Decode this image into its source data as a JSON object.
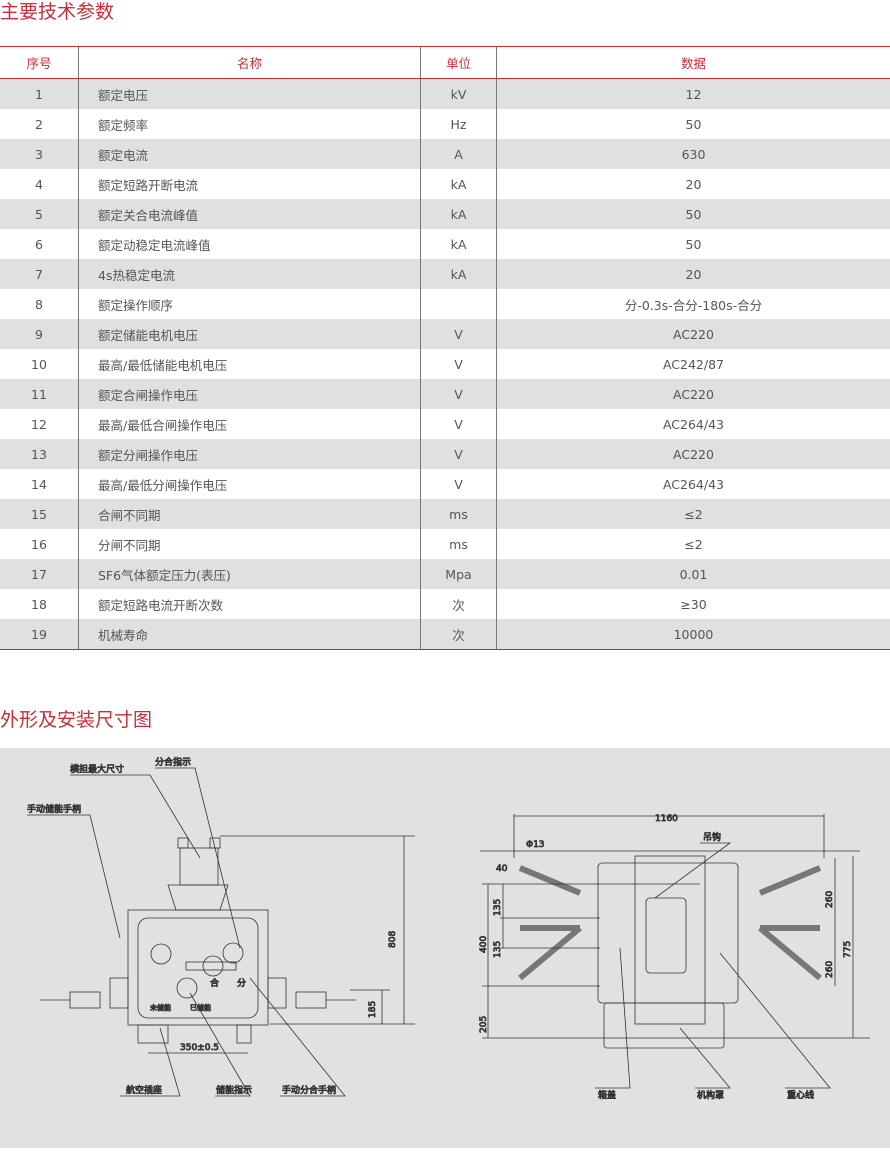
{
  "section1_title": "主要技术参数",
  "table": {
    "headers": [
      "序号",
      "名称",
      "单位",
      "数据"
    ],
    "rows": [
      [
        "1",
        "额定电压",
        "kV",
        "12"
      ],
      [
        "2",
        "额定频率",
        "Hz",
        "50"
      ],
      [
        "3",
        "额定电流",
        "A",
        "630"
      ],
      [
        "4",
        "额定短路开断电流",
        "kA",
        "20"
      ],
      [
        "5",
        "额定关合电流峰值",
        "kA",
        "50"
      ],
      [
        "6",
        "额定动稳定电流峰值",
        "kA",
        "50"
      ],
      [
        "7",
        "4s热稳定电流",
        "kA",
        "20"
      ],
      [
        "8",
        "额定操作顺序",
        "",
        "分-0.3s-合分-180s-合分"
      ],
      [
        "9",
        "额定储能电机电压",
        "V",
        "AC220"
      ],
      [
        "10",
        "最高/最低储能电机电压",
        "V",
        "AC242/87"
      ],
      [
        "11",
        "额定合闸操作电压",
        "V",
        "AC220"
      ],
      [
        "12",
        "最高/最低合闸操作电压",
        "V",
        "AC264/43"
      ],
      [
        "13",
        "额定分闸操作电压",
        "V",
        "AC220"
      ],
      [
        "14",
        "最高/最低分闸操作电压",
        "V",
        "AC264/43"
      ],
      [
        "15",
        "合闸不同期",
        "ms",
        "≤2"
      ],
      [
        "16",
        "分闸不同期",
        "ms",
        "≤2"
      ],
      [
        "17",
        "SF6气体额定压力(表压)",
        "Mpa",
        "0.01"
      ],
      [
        "18",
        "额定短路电流开断次数",
        "次",
        "≥30"
      ],
      [
        "19",
        "机械寿命",
        "次",
        "10000"
      ]
    ]
  },
  "section2_title": "外形及安装尺寸图",
  "front": {
    "l1": "横担最大尺寸",
    "l2": "分合指示",
    "l3": "手动储能手柄",
    "l4": "航空插座",
    "l5": "储能指示",
    "l6": "手动分合手柄",
    "d808": "808",
    "d185": "185",
    "d350": "350±0.5",
    "he": "合",
    "fen": "分",
    "wei": "未储能",
    "yi": "已储能"
  },
  "side": {
    "d1160": "1160",
    "phi": "Φ13",
    "d40": "40",
    "hook": "吊钩",
    "d135a": "135",
    "d135b": "135",
    "d400": "400",
    "d205": "205",
    "d260a": "260",
    "d260b": "260",
    "d775": "775",
    "l1": "箱盖",
    "l2": "机构罩",
    "l3": "重心线"
  }
}
